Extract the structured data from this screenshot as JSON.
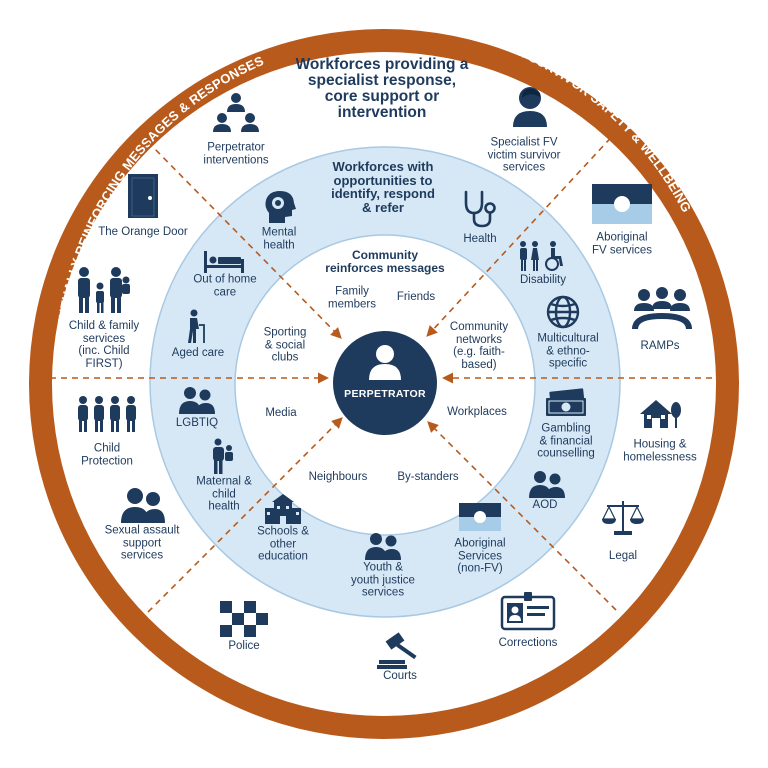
{
  "ring": {
    "left_text": "MUTUALLY REINFORCING MESSAGES & RESPONSES",
    "separator": "|",
    "right_text": "ENSURING VICTIM SURVIVOR SAFETY & WELLBEING"
  },
  "titles": {
    "outer": "Workforces providing a\nspecialist response,\ncore support or\nintervention",
    "middle": "Workforces with\nopportunities to\nidentify, respond\n& refer",
    "inner": "Community\nreinforces messages"
  },
  "center": {
    "label": "PERPETRATOR"
  },
  "outer_items": [
    {
      "id": "perp-interventions",
      "label": "Perpetrator\ninterventions",
      "icon": "group-icon"
    },
    {
      "id": "specialist-fv",
      "label": "Specialist FV\nvictim survivor\nservices",
      "icon": "person-icon"
    },
    {
      "id": "aboriginal-fv",
      "label": "Aboriginal\nFV services",
      "icon": "aboriginal-flag-icon"
    },
    {
      "id": "ramps",
      "label": "RAMPs",
      "icon": "meeting-icon"
    },
    {
      "id": "housing",
      "label": "Housing &\nhomelessness",
      "icon": "house-icon"
    },
    {
      "id": "legal",
      "label": "Legal",
      "icon": "scales-icon"
    },
    {
      "id": "corrections",
      "label": "Corrections",
      "icon": "id-badge-icon"
    },
    {
      "id": "courts",
      "label": "Courts",
      "icon": "gavel-icon"
    },
    {
      "id": "police",
      "label": "Police",
      "icon": "checker-icon"
    },
    {
      "id": "sexual-assault",
      "label": "Sexual assault\nsupport\nservices",
      "icon": "two-people-icon"
    },
    {
      "id": "child-protection",
      "label": "Child\nProtection",
      "icon": "family-row-icon"
    },
    {
      "id": "child-family",
      "label": "Child & family\nservices\n(inc. Child\nFIRST)",
      "icon": "family-icon"
    },
    {
      "id": "orange-door",
      "label": "The Orange Door",
      "icon": "door-icon"
    }
  ],
  "middle_items": [
    {
      "id": "mental-health",
      "label": "Mental\nhealth",
      "icon": "head-gear-icon"
    },
    {
      "id": "health",
      "label": "Health",
      "icon": "stethoscope-icon"
    },
    {
      "id": "disability",
      "label": "Disability",
      "icon": "disability-icon"
    },
    {
      "id": "multicultural",
      "label": "Multicultural\n& ethno-\nspecific",
      "icon": "globe-icon"
    },
    {
      "id": "gambling",
      "label": "Gambling\n& financial\ncounselling",
      "icon": "money-icon"
    },
    {
      "id": "aod",
      "label": "AOD",
      "icon": "two-people-icon"
    },
    {
      "id": "aboriginal-services",
      "label": "Aboriginal\nServices\n(non-FV)",
      "icon": "aboriginal-flag-icon"
    },
    {
      "id": "youth-justice",
      "label": "Youth &\nyouth justice\nservices",
      "icon": "two-people-icon"
    },
    {
      "id": "schools",
      "label": "Schools &\nother\neducation",
      "icon": "school-icon"
    },
    {
      "id": "maternal",
      "label": "Maternal &\nchild\nhealth",
      "icon": "parent-child-icon"
    },
    {
      "id": "lgbtiq",
      "label": "LGBTIQ",
      "icon": "two-people-icon"
    },
    {
      "id": "aged-care",
      "label": "Aged care",
      "icon": "elderly-icon"
    },
    {
      "id": "out-of-home",
      "label": "Out of home\ncare",
      "icon": "bed-icon"
    }
  ],
  "inner_items": [
    {
      "id": "family-members",
      "label": "Family\nmembers"
    },
    {
      "id": "friends",
      "label": "Friends"
    },
    {
      "id": "community-networks",
      "label": "Community\nnetworks\n(e.g. faith-\nbased)"
    },
    {
      "id": "workplaces",
      "label": "Workplaces"
    },
    {
      "id": "bystanders",
      "label": "By-standers"
    },
    {
      "id": "neighbours",
      "label": "Neighbours"
    },
    {
      "id": "media",
      "label": "Media"
    },
    {
      "id": "sporting",
      "label": "Sporting\n& social\nclubs"
    }
  ],
  "colors": {
    "ring": "#b85a1b",
    "navy": "#1e3a5c",
    "light_blue": "#d6e8f5",
    "mid_blue": "#c5dcee",
    "flag_blue": "#a7cce8"
  }
}
